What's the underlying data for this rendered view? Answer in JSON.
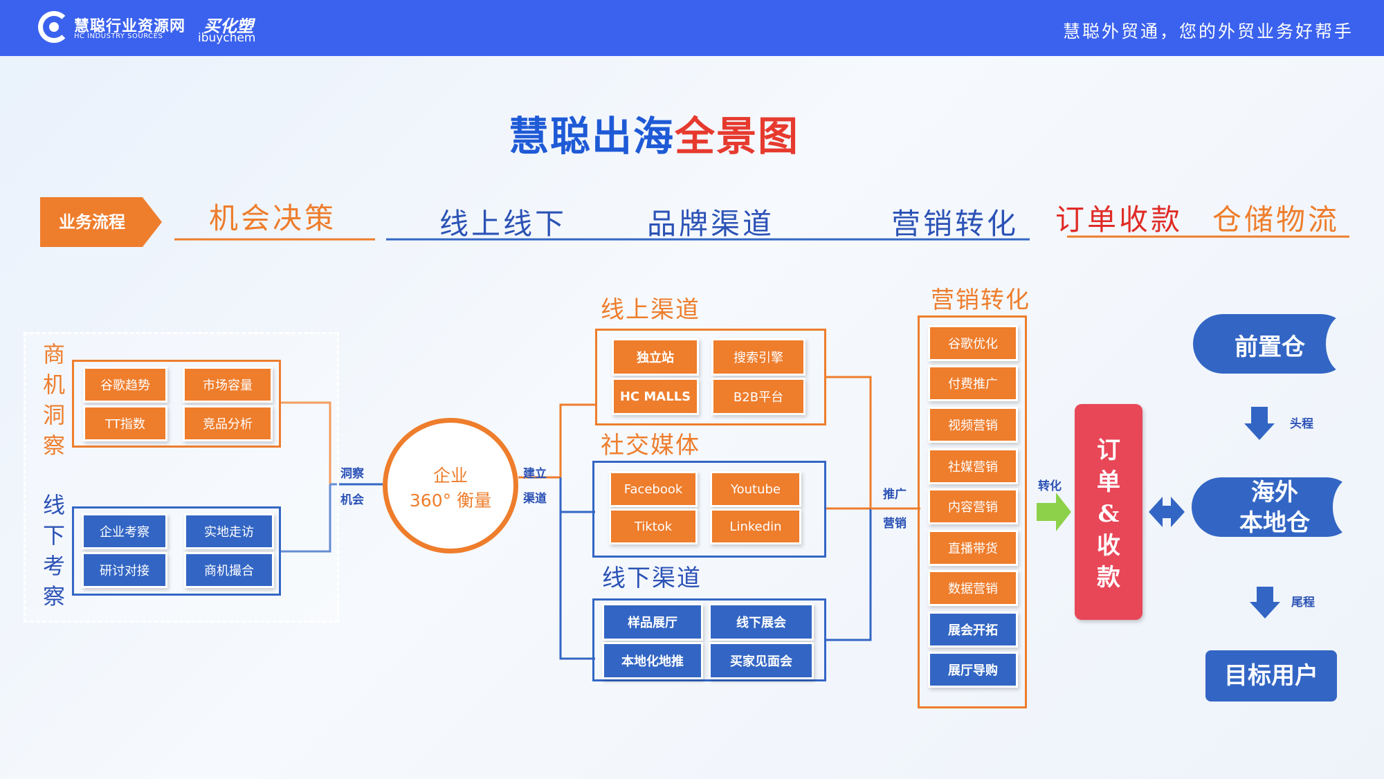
{
  "header": {
    "logo1_cn": "慧聪行业资源网",
    "logo1_en": "HC INDUSTRY SOURCES",
    "logo2_cn": "买化塑",
    "logo2_en": "ibuychem",
    "tagline": "慧聪外贸通，您的外贸业务好帮手"
  },
  "title": {
    "part1": "慧聪出海",
    "part2": "全景图"
  },
  "process": {
    "label": "业务流程",
    "phases": [
      "机会决策",
      "线上线下",
      "品牌渠道",
      "营销转化",
      "订单收款",
      "仓储物流"
    ]
  },
  "opportunity": {
    "insight_label": "商机洞察",
    "insight_items": [
      "谷歌趋势",
      "市场容量",
      "TT指数",
      "竞品分析"
    ],
    "offline_label": "线下考察",
    "offline_items": [
      "企业考察",
      "实地走访",
      "研讨对接",
      "商机撮合"
    ],
    "conn1": "洞察",
    "conn2": "机会"
  },
  "center": {
    "line1": "企业",
    "line2": "360°  衡量"
  },
  "channel_conn": {
    "line1": "建立",
    "line2": "渠道"
  },
  "online": {
    "title": "线上渠道",
    "items": [
      "独立站",
      "搜索引擎",
      "HC MALLS",
      "B2B平台"
    ]
  },
  "social": {
    "title": "社交媒体",
    "items": [
      "Facebook",
      "Youtube",
      "Tiktok",
      "Linkedin"
    ]
  },
  "offline": {
    "title": "线下渠道",
    "items": [
      "样品展厅",
      "线下展会",
      "本地化地推",
      "买家见面会"
    ]
  },
  "promo_conn": {
    "line1": "推广",
    "line2": "营销"
  },
  "marketing": {
    "title": "营销转化",
    "orange_items": [
      "谷歌优化",
      "付费推广",
      "视频营销",
      "社媒营销",
      "内容营销",
      "直播带货",
      "数据营销"
    ],
    "blue_items": [
      "展会开拓",
      "展厅导购"
    ]
  },
  "convert_label": "转化",
  "order": {
    "lines": [
      "订",
      "单",
      "&",
      "收",
      "款"
    ]
  },
  "logistics": {
    "front": "前置仓",
    "first_leg": "头程",
    "overseas1": "海外",
    "overseas2": "本地仓",
    "last_leg": "尾程",
    "target": "目标用户"
  },
  "colors": {
    "orange": "#ee7d2c",
    "blue": "#3366c4",
    "header": "#3b62ee",
    "red": "#e84758",
    "green": "#8dd14a"
  }
}
